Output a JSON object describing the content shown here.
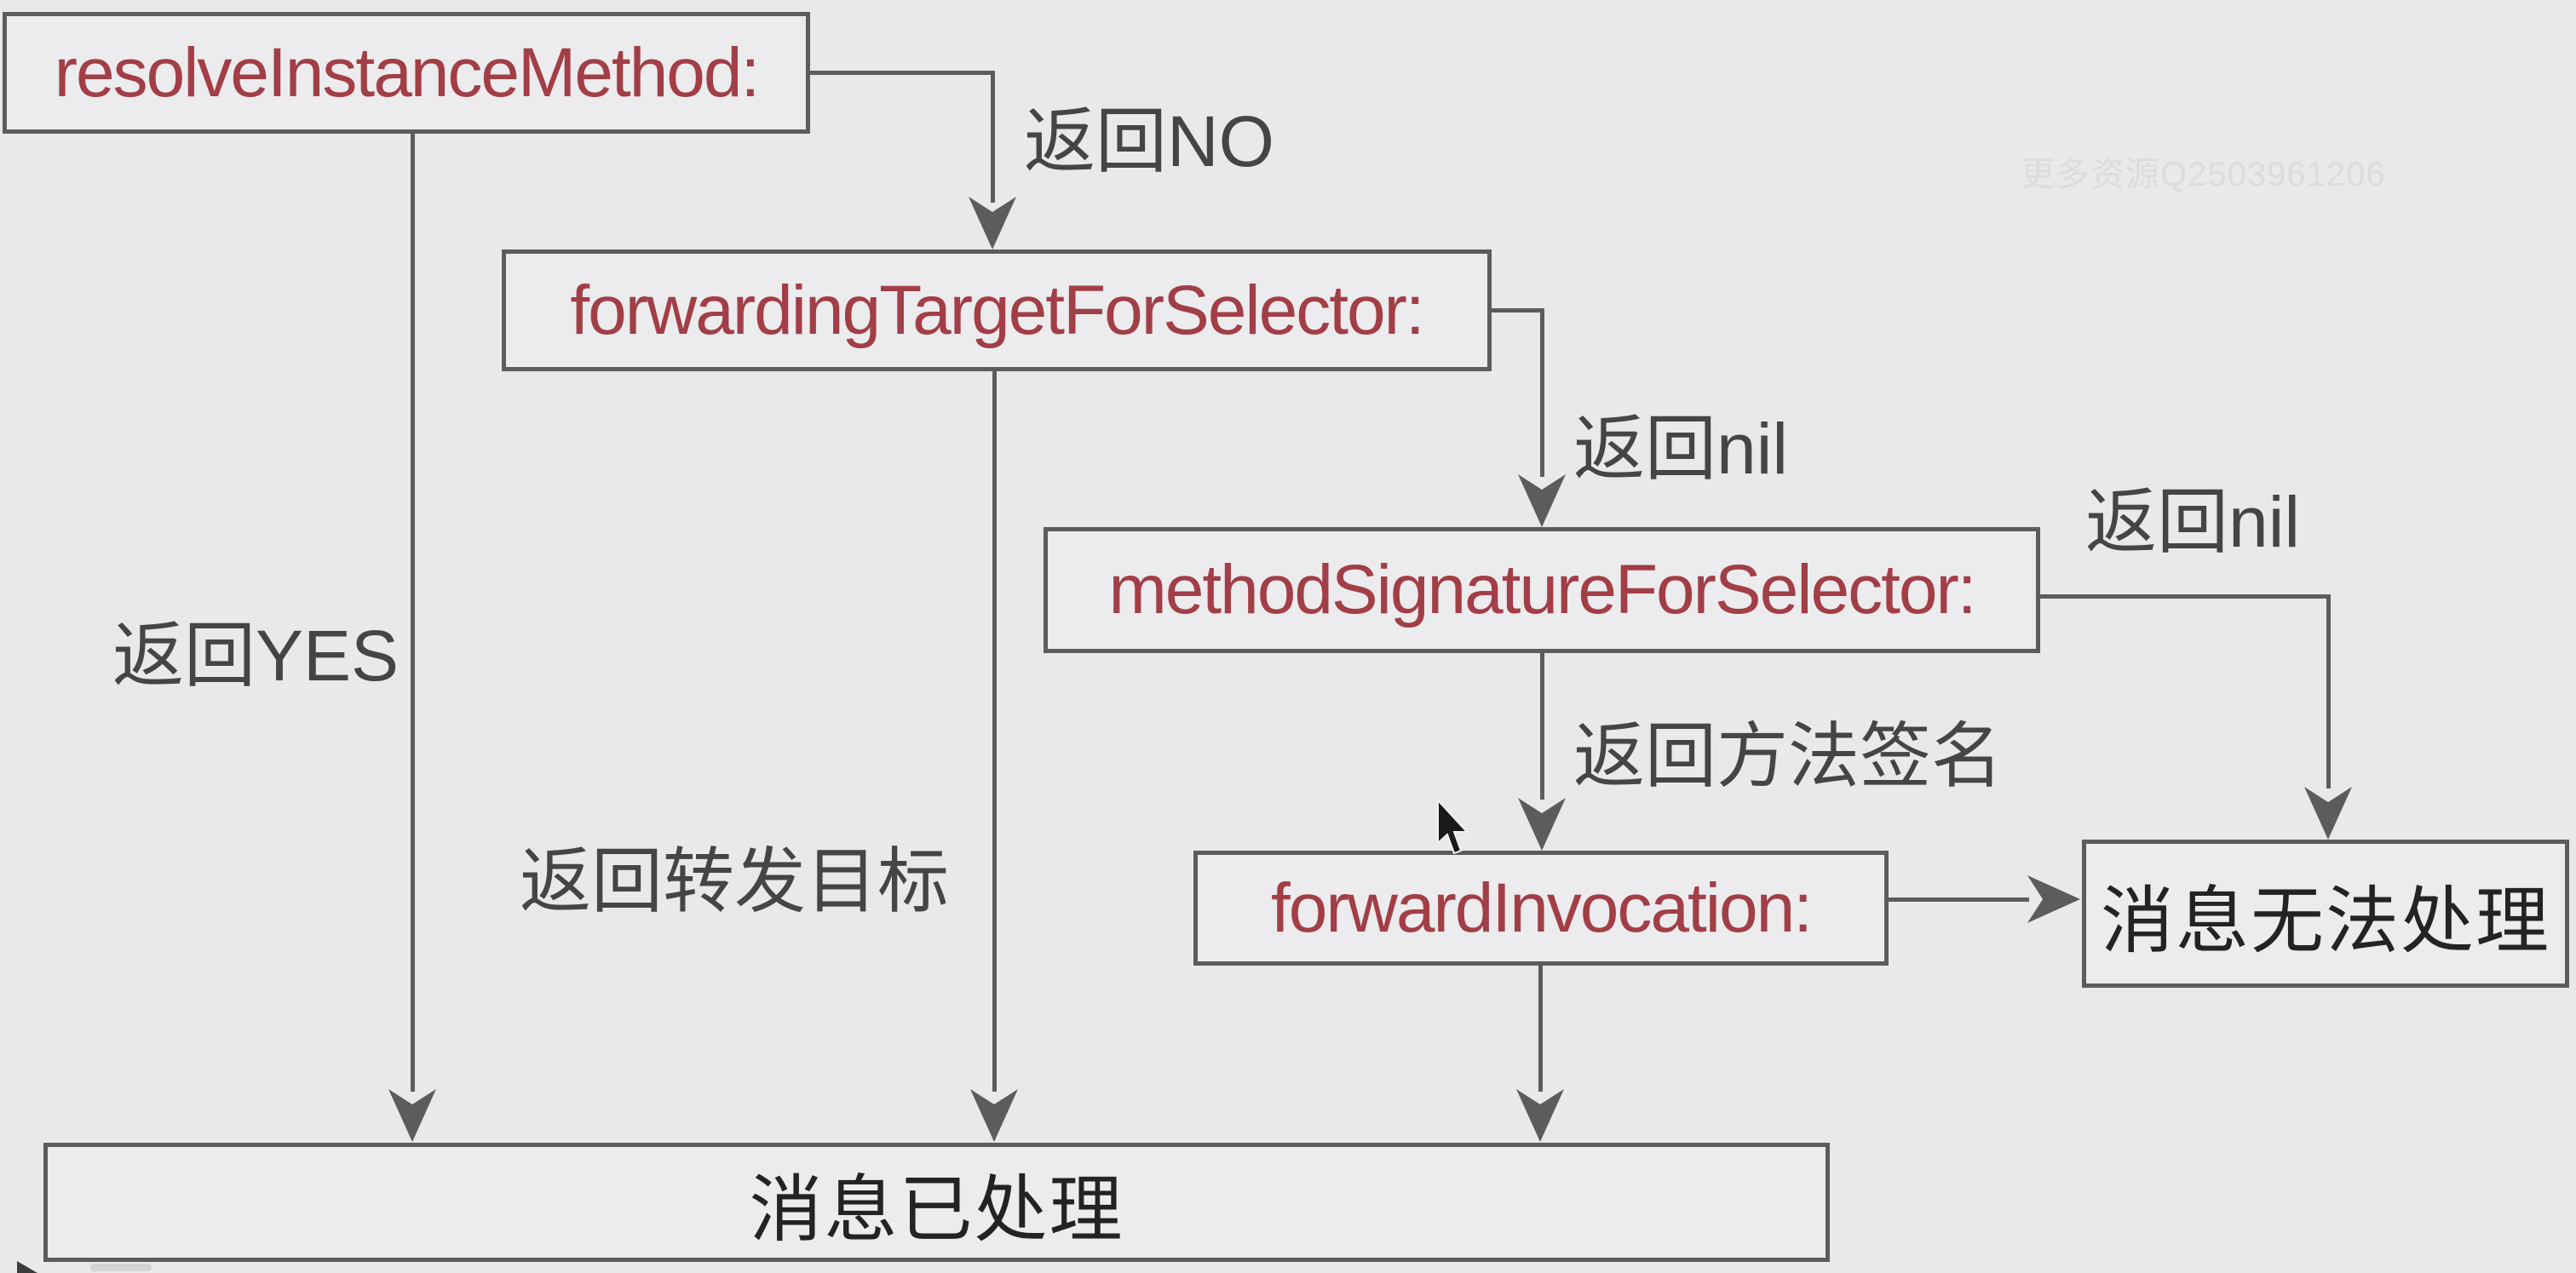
{
  "theme": {
    "bg": "#e9e8ea",
    "box_fill": "#ecebee",
    "line": "#5c5c5e",
    "method_text": "#a23e46",
    "label_text": "#454547",
    "outcome_text": "#232325",
    "watermark": "#dcdbde"
  },
  "diagram": {
    "boxes": {
      "resolve_instance_method": {
        "label": "resolveInstanceMethod:"
      },
      "forwarding_target_for_selector": {
        "label": "forwardingTargetForSelector:"
      },
      "method_signature_for_selector": {
        "label": "methodSignatureForSelector:"
      },
      "forward_invocation": {
        "label": "forwardInvocation:"
      },
      "message_unhandled": {
        "label": "消息无法处理"
      },
      "message_handled": {
        "label": "消息已处理"
      }
    },
    "edge_labels": {
      "return_no": "返回NO",
      "return_yes": "返回YES",
      "return_nil_to_signature": "返回nil",
      "return_nil_to_unhandled": "返回nil",
      "return_forward_target": "返回转发目标",
      "return_method_signature": "返回方法签名"
    },
    "watermark": "更多资源Q2503961206"
  }
}
